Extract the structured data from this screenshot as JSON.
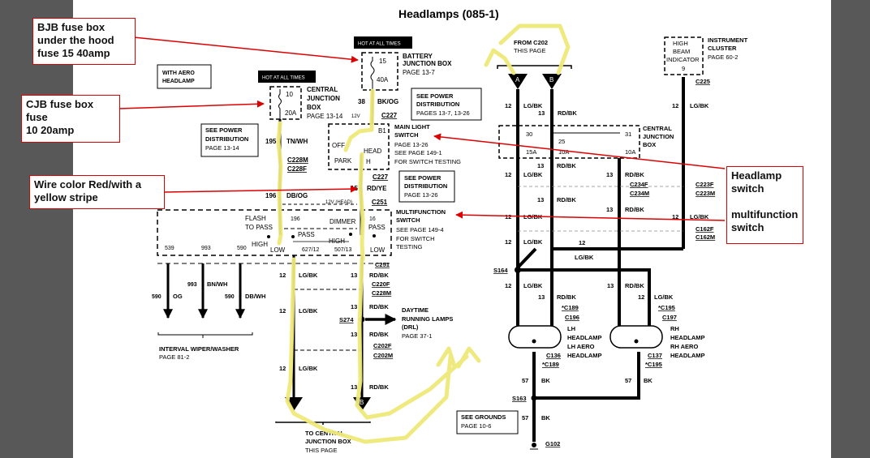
{
  "diagram": {
    "title": "Headlamps (085-1)",
    "hot_at_all_times": "HOT AT ALL TIMES",
    "with_aero": [
      "WITH AERO",
      "HEADLAMP"
    ],
    "bjb": {
      "fuse_num": "15",
      "fuse_amp": "40A",
      "label1": "BATTERY",
      "label2": "JUNCTION BOX",
      "page": "PAGE 13-7"
    },
    "cjb_top": {
      "fuse_num": "10",
      "fuse_amp": "20A",
      "label1": "CENTRAL",
      "label2": "JUNCTION",
      "label3": "BOX",
      "page": "PAGE 13-14"
    },
    "see_power_1": [
      "SEE POWER",
      "DISTRIBUTION",
      "PAGE 13-14"
    ],
    "see_power_2": [
      "SEE POWER",
      "DISTRIBUTION",
      "PAGES 13-7, 13-26"
    ],
    "see_power_3": [
      "SEE POWER",
      "DISTRIBUTION",
      "PAGE 13-26"
    ],
    "wire_38": {
      "num": "38",
      "color": "BK/OG"
    },
    "c227": "C227",
    "v12": "12V",
    "v12_head": "12V (HEAD)",
    "main_light_switch": {
      "name1": "MAIN LIGHT",
      "name2": "SWITCH",
      "page": "PAGE 13-26",
      "see": "SEE PAGE 149-1",
      "testing": "FOR SWITCH TESTING",
      "b1": "B1",
      "off": "OFF",
      "park": "PARK",
      "head": "HEAD",
      "h": "H"
    },
    "wire_195": {
      "num": "195",
      "color": "TN/WH"
    },
    "c228m": "C228M",
    "c228f": "C228F",
    "wire_196": {
      "num": "196",
      "color": "DB/OG"
    },
    "wire_15": {
      "num": "15",
      "color": "RD/YE"
    },
    "c251": "C251",
    "multifunction": {
      "name1": "MULTIFUNCTION",
      "name2": "SWITCH",
      "see": "SEE PAGE 149-4",
      "testing1": "FOR SWITCH",
      "testing2": "TESTING",
      "flash": "FLASH",
      "to_pass": "TO PASS",
      "n196": "196",
      "dimmer": "DIMMER",
      "n16": "16",
      "pass_r": "PASS",
      "pass_m": "PASS",
      "high_l": "HIGH",
      "high_r": "HIGH",
      "low_l": "LOW",
      "low_r": "LOW",
      "n627": "627/12",
      "n507": "507/13",
      "n539": "539",
      "n993": "993",
      "n590": "590"
    },
    "wiper_wires": [
      {
        "num": "590",
        "color": "OG"
      },
      {
        "num": "993",
        "color": "BN/WH"
      },
      {
        "num": "590",
        "color": "DB/WH"
      }
    ],
    "wiper_label": "INTERVAL WIPER/WASHER",
    "wiper_page": "PAGE 81-2",
    "lg_bk": "LG/BK",
    "rd_bk": "RD/BK",
    "n12": "12",
    "n13": "13",
    "c220f": "C220F",
    "c228m_b": "C228M",
    "s274": "S274",
    "drl": [
      "DAYTIME",
      "RUNNING LAMPS",
      "(DRL)",
      "PAGE 37-1"
    ],
    "c202f": "C202F",
    "c202m": "C202M",
    "connector_a": "A",
    "connector_b": "B",
    "to_cjb": [
      "TO CENTRAL",
      "JUNCTION BOX",
      "THIS PAGE"
    ],
    "from_c202": [
      "FROM C202",
      "THIS PAGE"
    ],
    "high_beam": [
      "HIGH",
      "BEAM",
      "INDICATOR",
      "9"
    ],
    "instrument_cluster": [
      "INSTRUMENT",
      "CLUSTER",
      "PAGE 60-2"
    ],
    "c225": "C225",
    "cjb_right": {
      "f30": "30",
      "f25": "25",
      "f31": "31",
      "a15": "15A",
      "a10a": "10A",
      "a10b": "10A",
      "label": [
        "CENTRAL",
        "JUNCTION",
        "BOX"
      ]
    },
    "c234f": "C234F",
    "c234m": "C234M",
    "c223f": "C223F",
    "c223m": "C223M",
    "c162f": "C162F",
    "c162m": "C162M",
    "s164": "S164",
    "c189_star": "*C189",
    "c196": "C196",
    "c195_star": "*C195",
    "c197": "C197",
    "lh_lamp": [
      "LH",
      "HEADLAMP",
      "LH AERO",
      "HEADLAMP"
    ],
    "rh_lamp": [
      "RH",
      "HEADLAMP",
      "RH AERO",
      "HEADLAMP"
    ],
    "c136": "C136",
    "c137": "C137",
    "wire_57": {
      "num": "57",
      "color": "BK"
    },
    "s163": "S163",
    "g102": "G102",
    "see_grounds": [
      "SEE GROUNDS",
      "PAGE 10-6"
    ]
  },
  "annotations": {
    "bjb_callout": [
      "BJB fuse box",
      "under the hood",
      "fuse 15 40amp"
    ],
    "cjb_callout": [
      "CJB fuse box fuse",
      "10 20amp"
    ],
    "wire_callout": [
      "Wire color Red/with a",
      "yellow stripe"
    ],
    "switch_callout": [
      "Headlamp",
      "switch",
      "",
      "multifunction",
      "switch"
    ],
    "arrow_color": "#dd0000",
    "highlight_color": "#f4f08a"
  }
}
